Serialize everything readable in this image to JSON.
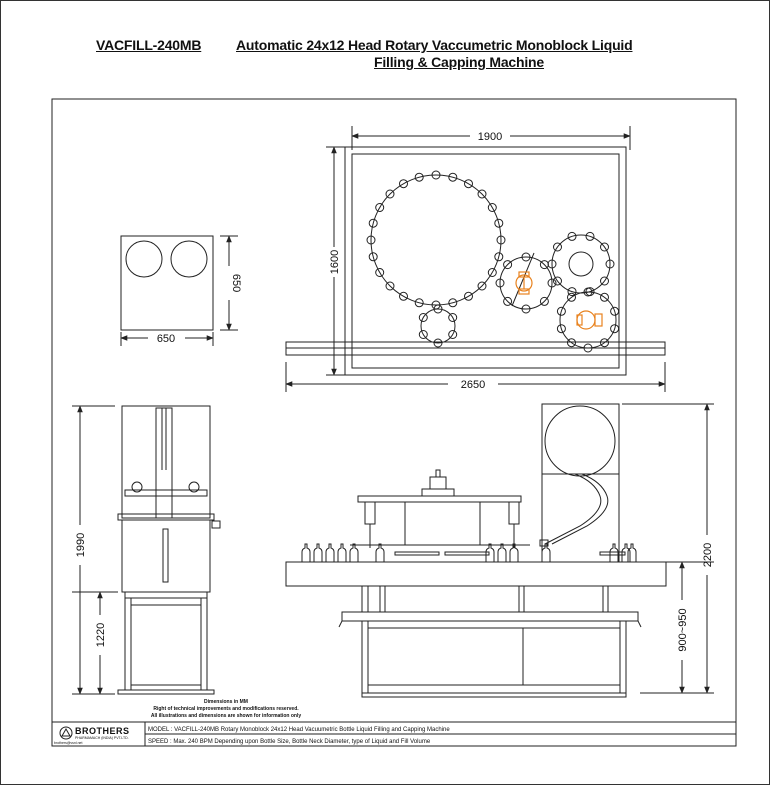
{
  "title": {
    "model": "VACFILL-240MB",
    "line1": "Automatic 24x12 Head  Rotary Vaccumetric Monoblock Liquid",
    "line2": "Filling & Capping Machine"
  },
  "dimensions": {
    "top_width": "1900",
    "top_height": "1600",
    "overall_length": "2650",
    "table_width": "650",
    "table_depth": "650",
    "side_height": "1990",
    "side_table_height": "1220",
    "front_height": "2200",
    "front_table_height": "900~950"
  },
  "notes": {
    "line1": "Dimensions in MM",
    "line2": "Right of technical improvements and modifications reserved.",
    "line3": "All illustrations and dimensions are shown for information only"
  },
  "title_block": {
    "brand": "BROTHERS",
    "brand_sub": "PHARMAMACH (INDIA) PVT.LTD.",
    "email": "brothers@vsnl.net",
    "model_line": "MODEL : VACFILL-240MB Rotary Monoblock 24x12 Head Vacuumetric Bottle Liquid Filling and Capping Machine",
    "speed_line": "SPEED : Max. 240 BPM Depending upon Bottle Size, Bottle Neck Diameter, type of Liquid and Fill Volume"
  },
  "colors": {
    "line": "#222222",
    "accent": "#e8821e"
  }
}
